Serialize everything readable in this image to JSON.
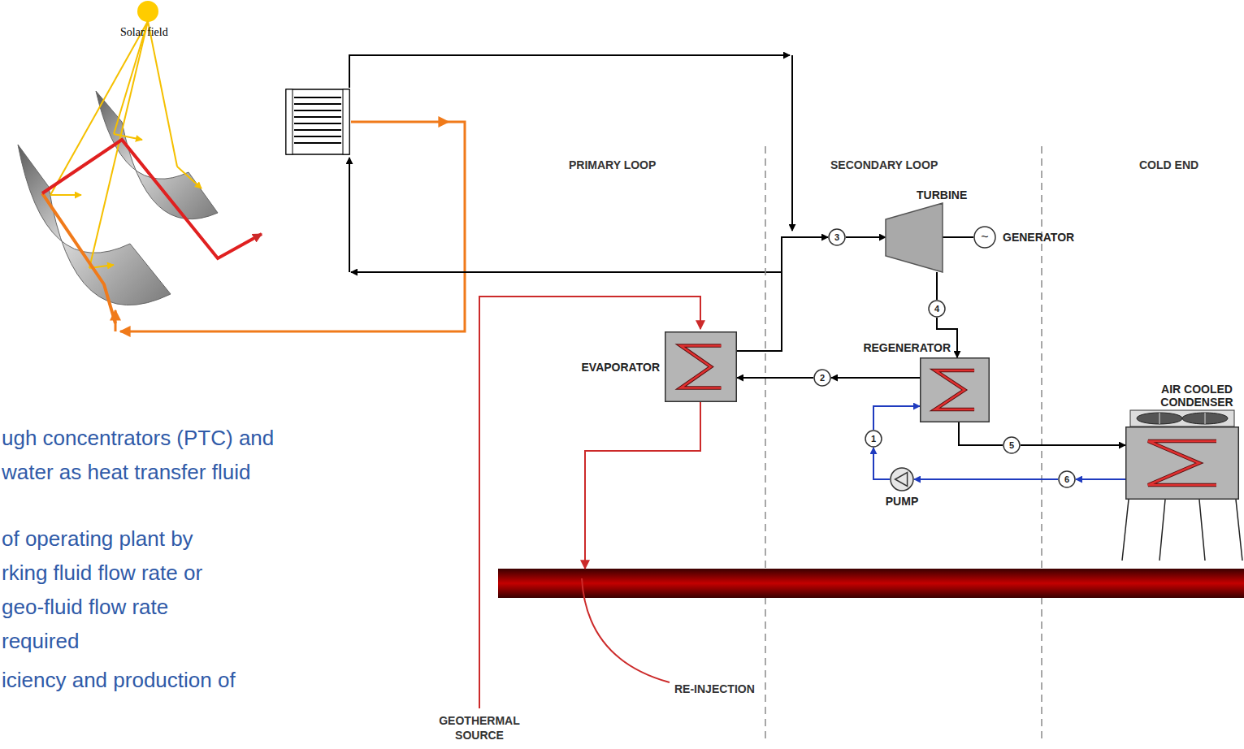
{
  "diagram": {
    "nodes": [
      {
        "text": [
          "TURBINE"
        ]
      },
      {
        "text": [
          "~",
          "GENERATOR"
        ]
      },
      {
        "text": [
          "EVAPORATOR"
        ]
      },
      {
        "text": [
          "REGENERATOR"
        ]
      },
      {
        "text": [
          "AIR COOLED CONDENSER"
        ]
      },
      {
        "text": [
          "PUMP"
        ]
      },
      {
        "text": [
          "3"
        ]
      },
      {
        "text": [
          "4"
        ]
      },
      {
        "text": [
          "2"
        ]
      },
      {
        "text": [
          "1"
        ]
      },
      {
        "text": [
          "5"
        ]
      },
      {
        "text": [
          "6"
        ]
      }
    ],
    "edges": [
      {
        "from": 2,
        "to": 6,
        "arrow": "to"
      },
      {
        "from": 6,
        "to": 0,
        "arrow": "to"
      },
      {
        "from": 0,
        "to": 1,
        "arrow": "none"
      },
      {
        "from": 0,
        "to": 7,
        "arrow": "none"
      },
      {
        "from": 7,
        "to": 3,
        "arrow": "to"
      },
      {
        "from": 3,
        "to": 8,
        "arrow": "to"
      },
      {
        "from": 8,
        "to": 2,
        "arrow": "to"
      },
      {
        "from": 3,
        "to": 10,
        "arrow": "none"
      },
      {
        "from": 10,
        "to": 4,
        "arrow": "to"
      },
      {
        "from": 4,
        "to": 11,
        "arrow": "to"
      },
      {
        "from": 11,
        "to": 5,
        "arrow": "to"
      },
      {
        "from": 5,
        "to": 9,
        "arrow": "to"
      },
      {
        "from": 9,
        "to": 3,
        "arrow": "to"
      }
    ],
    "labels": [
      "Solar field",
      "PRIMARY LOOP",
      "SECONDARY LOOP",
      "COLD END",
      "RE-INJECTION",
      "GEOTHERMAL SOURCE",
      "ugh concentrators (PTC) and water as heat transfer fluid",
      "of operating plant by rking fluid flow rate or geo-fluid flow rate required",
      "iciency and production of"
    ]
  }
}
